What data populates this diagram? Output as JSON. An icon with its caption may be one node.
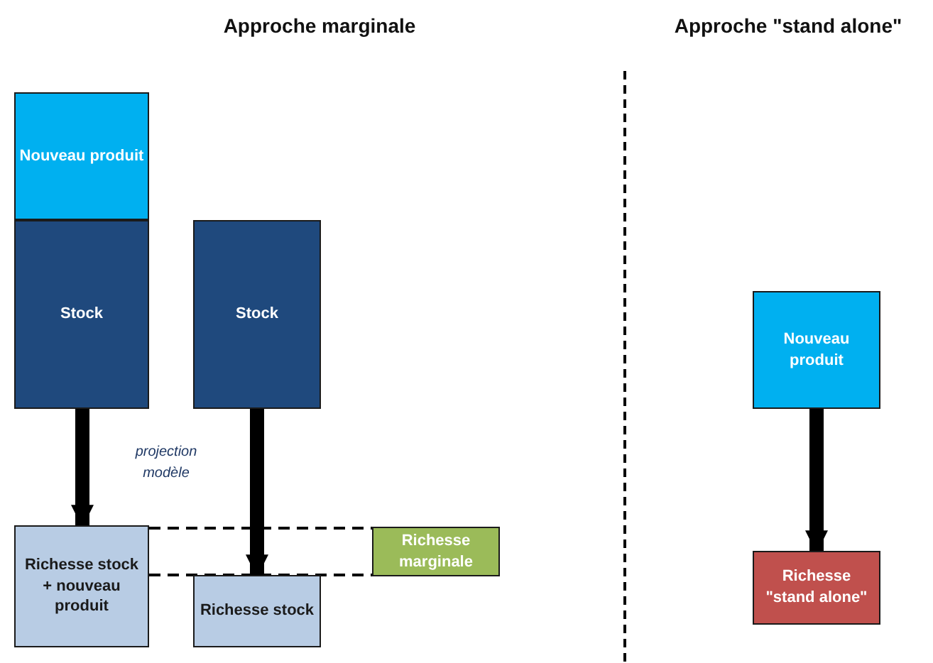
{
  "diagram": {
    "nodes": [
      {
        "text": [
          "Nouveau produit"
        ]
      },
      {
        "text": [
          "Stock"
        ]
      },
      {
        "text": [
          "Stock"
        ]
      },
      {
        "text": [
          "Richesse stock + nouveau produit"
        ]
      },
      {
        "text": [
          "Richesse stock"
        ]
      },
      {
        "text": [
          "Richesse marginale"
        ]
      },
      {
        "text": [
          "Nouveau produit"
        ]
      },
      {
        "text": [
          "Richesse \"stand alone\""
        ]
      }
    ],
    "edges": [
      {
        "from": 1,
        "to": 3,
        "arrow": "to"
      },
      {
        "from": 2,
        "to": 4,
        "arrow": "to"
      },
      {
        "from": 6,
        "to": 7,
        "arrow": "to"
      },
      {
        "from": 3,
        "to": 5,
        "arrow": "none",
        "style": "dashed"
      },
      {
        "from": 3,
        "to": 5,
        "arrow": "none",
        "style": "dashed"
      }
    ],
    "labels": [
      "Approche marginale",
      "Approche \"stand alone\"",
      "projection modèle"
    ]
  }
}
